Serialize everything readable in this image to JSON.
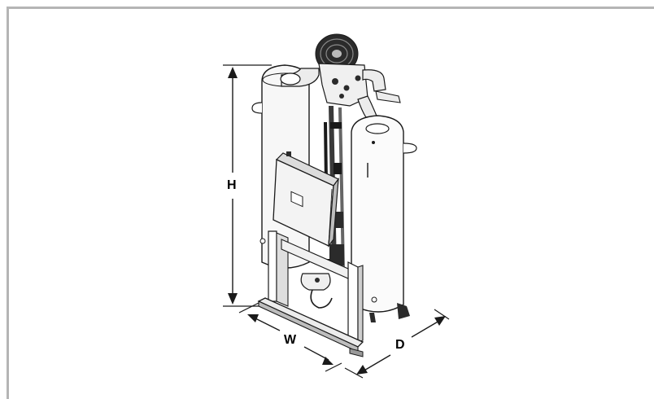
{
  "figure": {
    "dimension_labels": {
      "height": "H",
      "width": "W",
      "depth": "D"
    },
    "colors": {
      "frame_border": "#b5b5b5",
      "line": "#1a1a1a",
      "fill_light": "#f2f2f2",
      "fill_mid": "#dcdcdc",
      "fill_dark": "#2b2b2b"
    }
  }
}
